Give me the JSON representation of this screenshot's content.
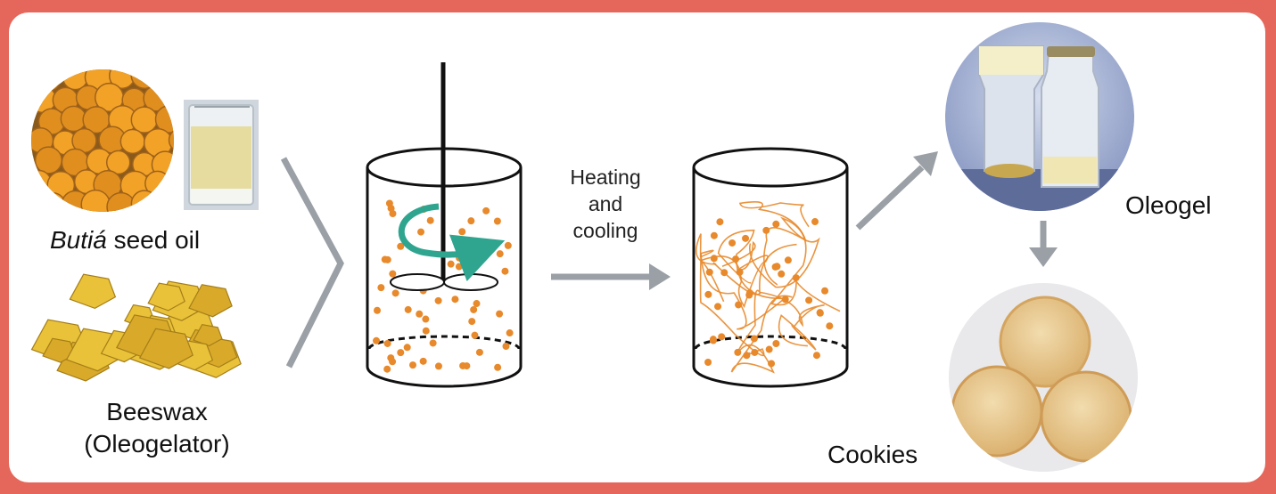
{
  "labels": {
    "butia_name": "Butiá",
    "seed_oil_suffix": " seed oil",
    "beeswax": "Beeswax",
    "oleogelator": "(Oleogelator)",
    "heating_line1": "Heating",
    "heating_line2": "and",
    "heating_line3": "cooling",
    "oleogel": "Oleogel",
    "cookies": "Cookies"
  },
  "colors": {
    "frame": "#e5665a",
    "particle": "#e8892b",
    "fiber": "#e8892b",
    "arrow": "#9aa0a6",
    "stir_arrow": "#2fa58f",
    "fruit": "#f2a227",
    "wax": "#e9c23a",
    "oil": "#e9e0a0",
    "cookie": "#e8c890"
  },
  "icons": {
    "fruit_photo": "butia-fruit-icon",
    "oil_photo": "oil-beaker-icon",
    "wax_photo": "beeswax-icon",
    "oleogel_photo": "oleogel-vials-icon",
    "cookies_photo": "cookies-icon"
  }
}
